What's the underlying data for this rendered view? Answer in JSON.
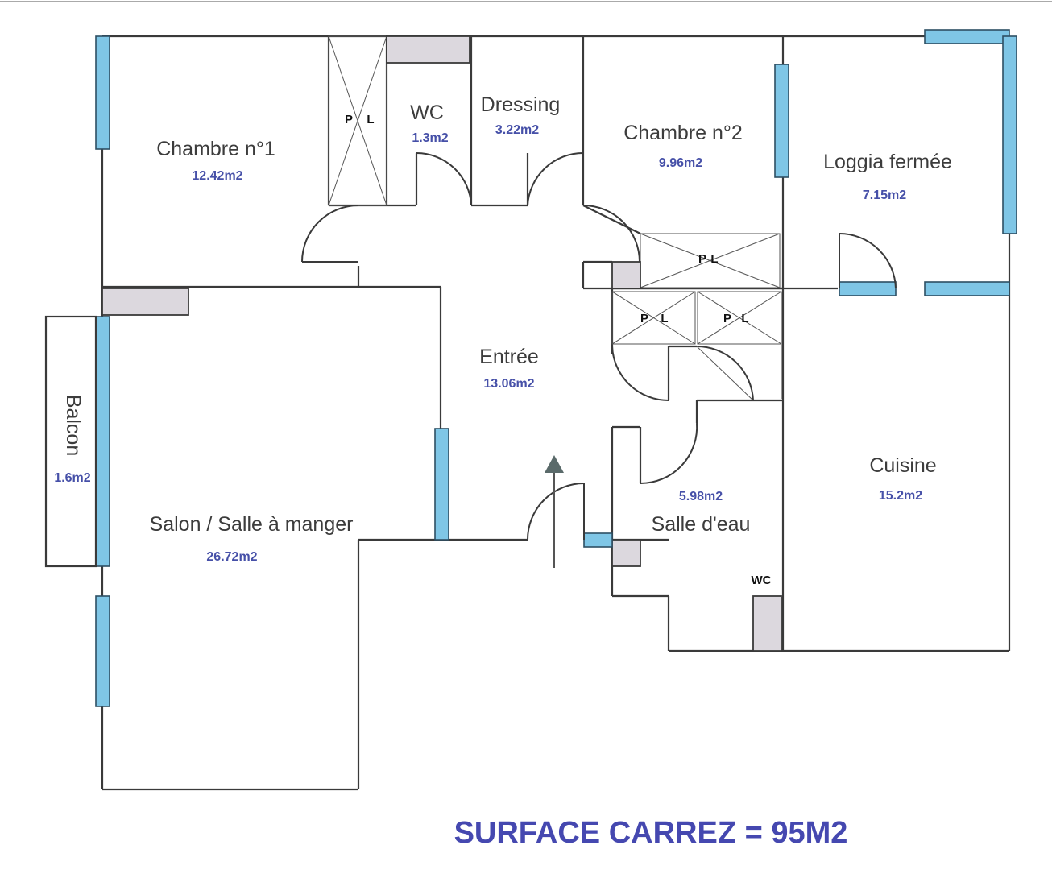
{
  "rooms": {
    "chambre1": {
      "name": "Chambre n°1",
      "area": "12.42m2"
    },
    "wc": {
      "name": "WC",
      "area": "1.3m2"
    },
    "dressing": {
      "name": "Dressing",
      "area": "3.22m2"
    },
    "chambre2": {
      "name": "Chambre n°2",
      "area": "9.96m2"
    },
    "loggia": {
      "name": "Loggia fermée",
      "area": "7.15m2"
    },
    "entree": {
      "name": "Entrée",
      "area": "13.06m2"
    },
    "balcon": {
      "name": "Balcon",
      "area": "1.6m2"
    },
    "salon": {
      "name": "Salon / Salle à manger",
      "area": "26.72m2"
    },
    "salle_eau": {
      "name": "Salle d'eau",
      "area": "5.98m2"
    },
    "cuisine": {
      "name": "Cuisine",
      "area": "15.2m2"
    }
  },
  "closets": {
    "p": "P",
    "l": "L"
  },
  "wc_small": "WC",
  "total_surface": "SURFACE CARREZ = 95M2"
}
